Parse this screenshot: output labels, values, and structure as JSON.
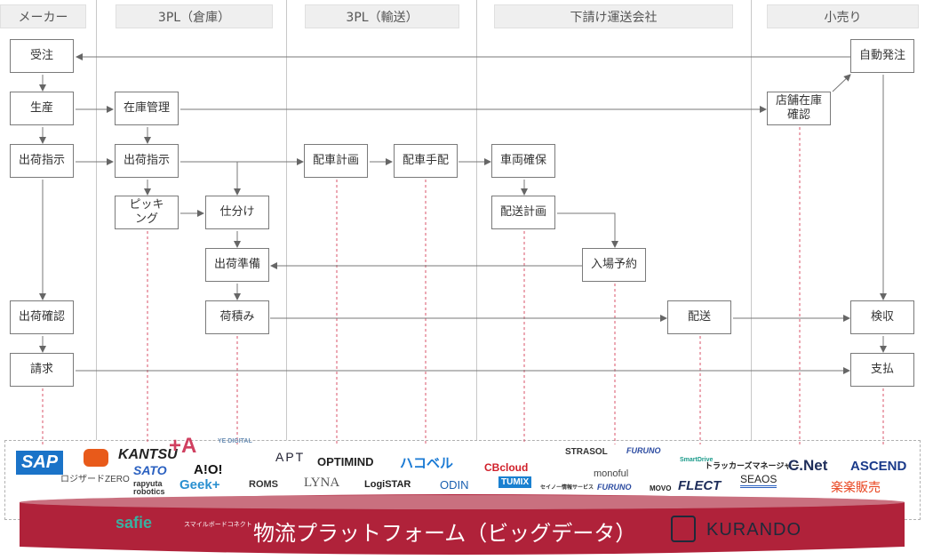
{
  "lanes": [
    "メーカー",
    "3PL（倉庫）",
    "3PL（輸送）",
    "下請け運送会社",
    "小売り"
  ],
  "boxes": {
    "juchu": "受注",
    "seisan": "生産",
    "shukka_shiji_m": "出荷指示",
    "shukka_kakunin": "出荷確認",
    "seikyu": "請求",
    "zaiko_kanri": "在庫管理",
    "shukka_shiji_w": "出荷指示",
    "picking": "ピッキング",
    "shiwake": "仕分け",
    "shukka_junbi": "出荷準備",
    "nizumi": "荷積み",
    "haisha_keikaku": "配車計画",
    "haisha_tehai": "配車手配",
    "sharyo_kakuho": "車両確保",
    "haiso_keikaku": "配送計画",
    "nyujo_yoyaku": "入場予約",
    "haiso": "配送",
    "tenpo_zaiko": "店舗在庫確認",
    "jido_hatchu": "自動発注",
    "kenshu": "検収",
    "shiharai": "支払"
  },
  "logos": [
    "SAP",
    "ロジザードZERO",
    "KANTSU",
    "+A",
    "YE DIGITAL",
    "APT",
    "OPTIMIND",
    "ハコベル",
    "CBcloud",
    "STRASOL",
    "FURUNO",
    "monoful",
    "SmartDrive",
    "トラッカーズマネージャー",
    "C.Net",
    "ASCEND",
    "SATO",
    "A!O!",
    "rapyuta robotics",
    "Geek+",
    "ROMS",
    "LYNA",
    "LogiSTAR",
    "ODIN",
    "TUMIX",
    "セイノー情報サービス",
    "FURUNO",
    "MOVO",
    "FLECT",
    "SEAOS",
    "楽楽販売",
    "safie",
    "スマイルボードコネクト"
  ],
  "platform": {
    "title": "物流プラットフォーム（ビッグデータ）",
    "brand": "KURANDO"
  },
  "colors": {
    "platform": "#b0223a",
    "platform_top": "#c9707f",
    "dashed_link": "#d9536a"
  }
}
